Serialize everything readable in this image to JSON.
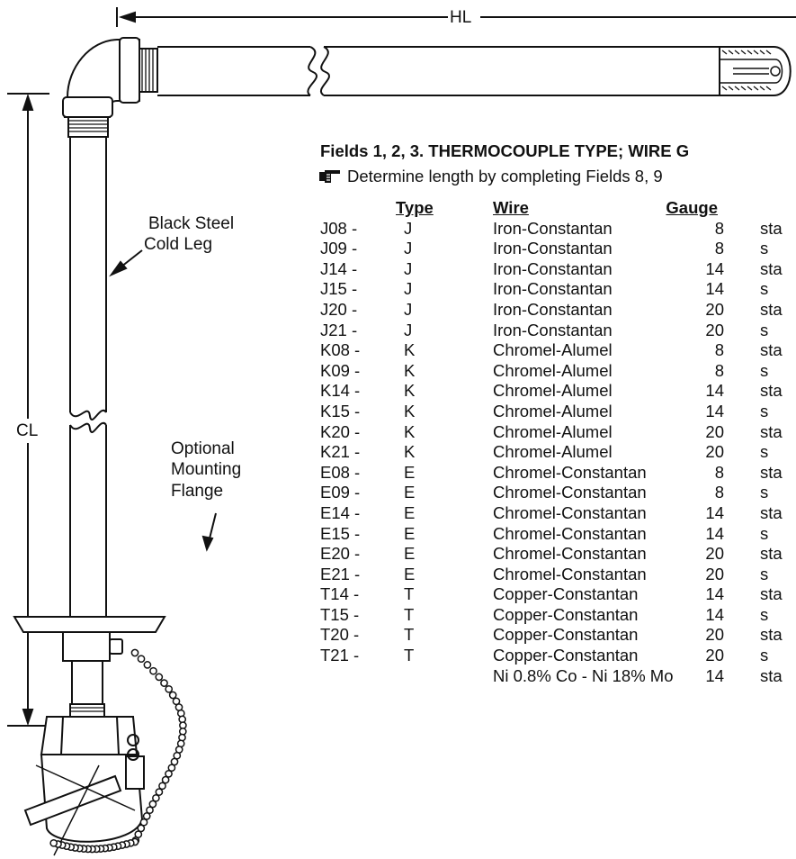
{
  "diagram": {
    "hl_label": "HL",
    "cl_label": "CL",
    "cold_leg_label_line1": "Black Steel",
    "cold_leg_label_line2": "Cold Leg",
    "flange_label_line1": "Optional",
    "flange_label_line2": "Mounting",
    "flange_label_line3": "Flange"
  },
  "heading": "Fields 1, 2, 3.  THERMOCOUPLE TYPE; WIRE G",
  "note": {
    "icon": "pointing-hand-icon",
    "text": "Determine length by completing Fields 8, 9"
  },
  "table": {
    "headers": {
      "type": "Type",
      "wire": "Wire",
      "gauge": "Gauge"
    },
    "rows": [
      {
        "code": "J08 -",
        "type": "J",
        "wire": "Iron-Constantan",
        "gauge": "8",
        "sheath": "sta"
      },
      {
        "code": "J09 -",
        "type": "J",
        "wire": "Iron-Constantan",
        "gauge": "8",
        "sheath": "s"
      },
      {
        "code": "J14 -",
        "type": "J",
        "wire": "Iron-Constantan",
        "gauge": "14",
        "sheath": "sta"
      },
      {
        "code": "J15 -",
        "type": "J",
        "wire": "Iron-Constantan",
        "gauge": "14",
        "sheath": "s"
      },
      {
        "code": "J20 -",
        "type": "J",
        "wire": "Iron-Constantan",
        "gauge": "20",
        "sheath": "sta"
      },
      {
        "code": "J21 -",
        "type": "J",
        "wire": "Iron-Constantan",
        "gauge": "20",
        "sheath": "s"
      },
      {
        "code": "K08 -",
        "type": "K",
        "wire": "Chromel-Alumel",
        "gauge": "8",
        "sheath": "sta"
      },
      {
        "code": "K09 -",
        "type": "K",
        "wire": "Chromel-Alumel",
        "gauge": "8",
        "sheath": "s"
      },
      {
        "code": "K14 -",
        "type": "K",
        "wire": "Chromel-Alumel",
        "gauge": "14",
        "sheath": "sta"
      },
      {
        "code": "K15 -",
        "type": "K",
        "wire": "Chromel-Alumel",
        "gauge": "14",
        "sheath": "s"
      },
      {
        "code": "K20 -",
        "type": "K",
        "wire": "Chromel-Alumel",
        "gauge": "20",
        "sheath": "sta"
      },
      {
        "code": "K21 -",
        "type": "K",
        "wire": "Chromel-Alumel",
        "gauge": "20",
        "sheath": "s"
      },
      {
        "code": "E08 -",
        "type": "E",
        "wire": "Chromel-Constantan",
        "gauge": "8",
        "sheath": "sta"
      },
      {
        "code": "E09 -",
        "type": "E",
        "wire": "Chromel-Constantan",
        "gauge": "8",
        "sheath": "s"
      },
      {
        "code": "E14 -",
        "type": "E",
        "wire": "Chromel-Constantan",
        "gauge": "14",
        "sheath": "sta"
      },
      {
        "code": "E15 -",
        "type": "E",
        "wire": "Chromel-Constantan",
        "gauge": "14",
        "sheath": "s"
      },
      {
        "code": "E20 -",
        "type": "E",
        "wire": "Chromel-Constantan",
        "gauge": "20",
        "sheath": "sta"
      },
      {
        "code": "E21 -",
        "type": "E",
        "wire": "Chromel-Constantan",
        "gauge": "20",
        "sheath": "s"
      },
      {
        "code": "T14 -",
        "type": "T",
        "wire": "Copper-Constantan",
        "gauge": "14",
        "sheath": "sta"
      },
      {
        "code": "T15 -",
        "type": "T",
        "wire": "Copper-Constantan",
        "gauge": "14",
        "sheath": "s"
      },
      {
        "code": "T20 -",
        "type": "T",
        "wire": "Copper-Constantan",
        "gauge": "20",
        "sheath": "sta"
      },
      {
        "code": "T21 -",
        "type": "T",
        "wire": "Copper-Constantan",
        "gauge": "20",
        "sheath": "s"
      },
      {
        "code": "",
        "type": "",
        "wire": "Ni 0.8% Co - Ni 18% Mo",
        "gauge": "14",
        "sheath": "sta"
      }
    ]
  },
  "colors": {
    "ink": "#111111",
    "background": "#ffffff"
  }
}
